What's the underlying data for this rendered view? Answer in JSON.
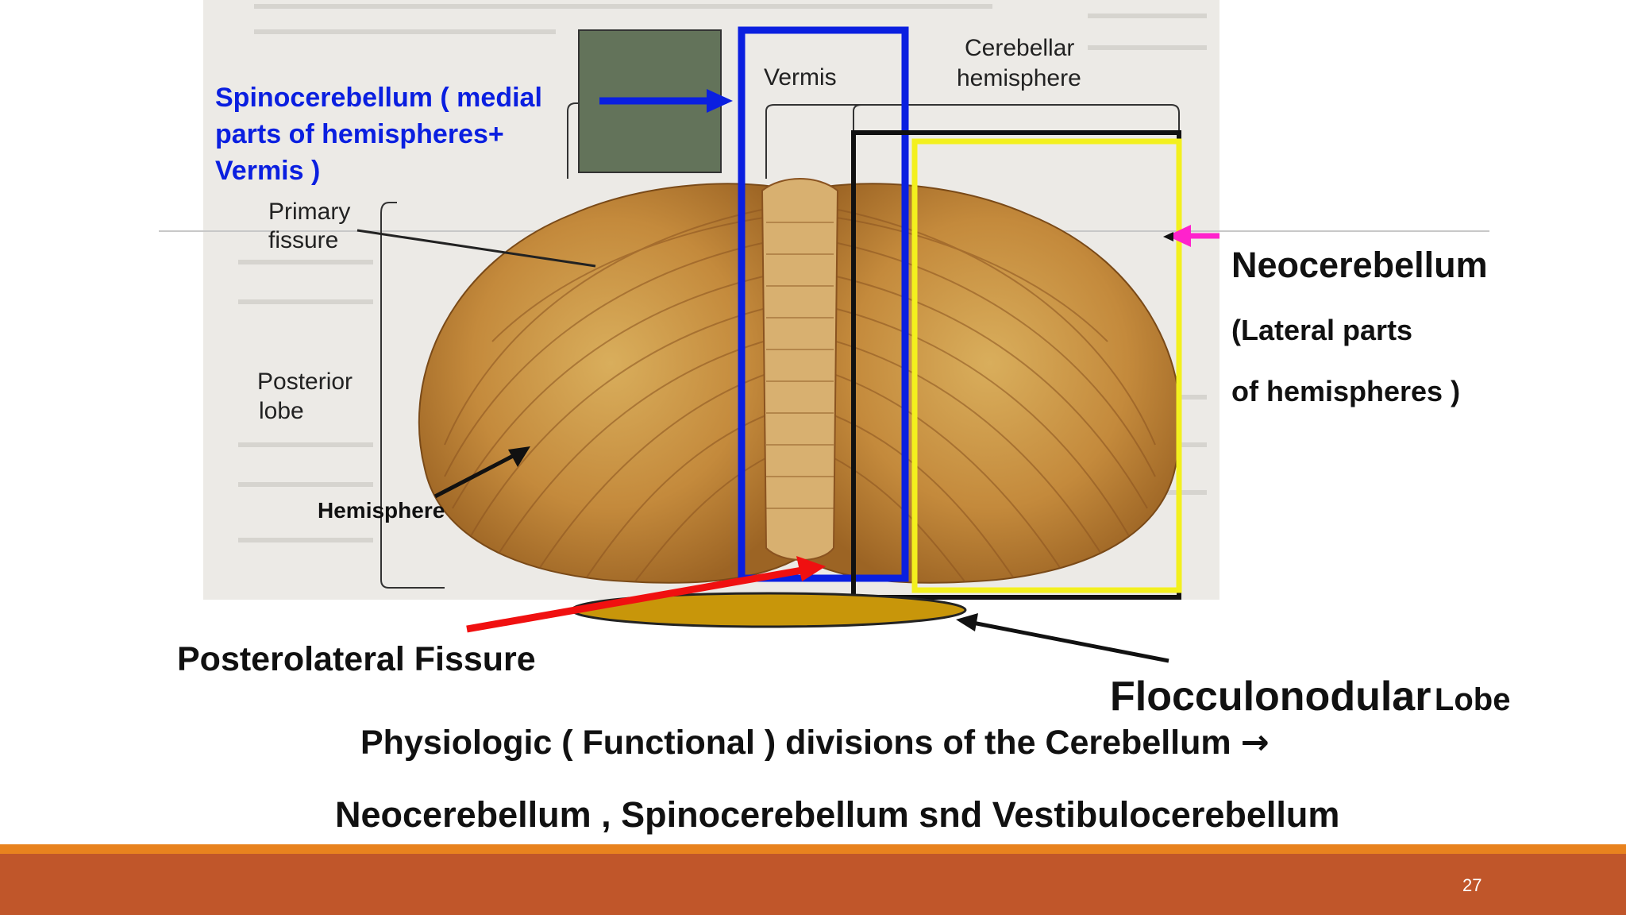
{
  "colors": {
    "spino": "#0a1fe0",
    "neo_box": "#111111",
    "yellow_box": "#f3f01e",
    "pink_arrow": "#ff22cc",
    "red_arrow": "#f01010",
    "floccular": "#c8960a",
    "footer_orange": "#e8821e",
    "footer_rust": "#c0562a",
    "green_block": "#63735a"
  },
  "figure_labels": {
    "vermis": "Vermis",
    "cerebellar_hemisphere_1": "Cerebellar",
    "cerebellar_hemisphere_2": "hemisphere",
    "primary_fissure_1": "Primary",
    "primary_fissure_2": "fissure",
    "posterior_lobe_1": "Posterior",
    "posterior_lobe_2": "lobe"
  },
  "annotations": {
    "spino_1": "Spinocerebellum ( medial",
    "spino_2": "parts of hemispheres+",
    "spino_3": "Vermis )",
    "hemisphere": "Hemisphere",
    "neo_title": "Neocerebellum",
    "neo_sub1": "(Lateral parts",
    "neo_sub2": "of hemispheres )",
    "posterolateral": "Posterolateral Fissure",
    "floc_big": "Flocculonodular",
    "floc_small": "Lobe"
  },
  "caption": {
    "line1": "Physiologic ( Functional ) divisions of the Cerebellum",
    "arrow": "→",
    "line2": "Neocerebellum , Spinocerebellum snd Vestibulocerebellum"
  },
  "slide_number": "27"
}
